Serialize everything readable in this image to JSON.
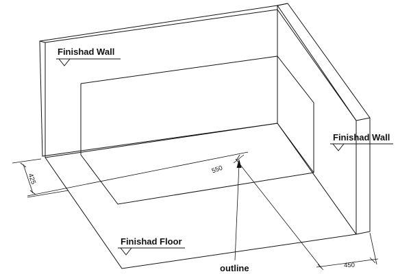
{
  "labels": {
    "wall_left": "Finishad Wall",
    "wall_right": "Finishad Wall",
    "floor": "Finishad Floor",
    "outline": "outline"
  },
  "dimensions": {
    "depth_left": "425",
    "diagonal": "550",
    "width_bottom": "450"
  }
}
